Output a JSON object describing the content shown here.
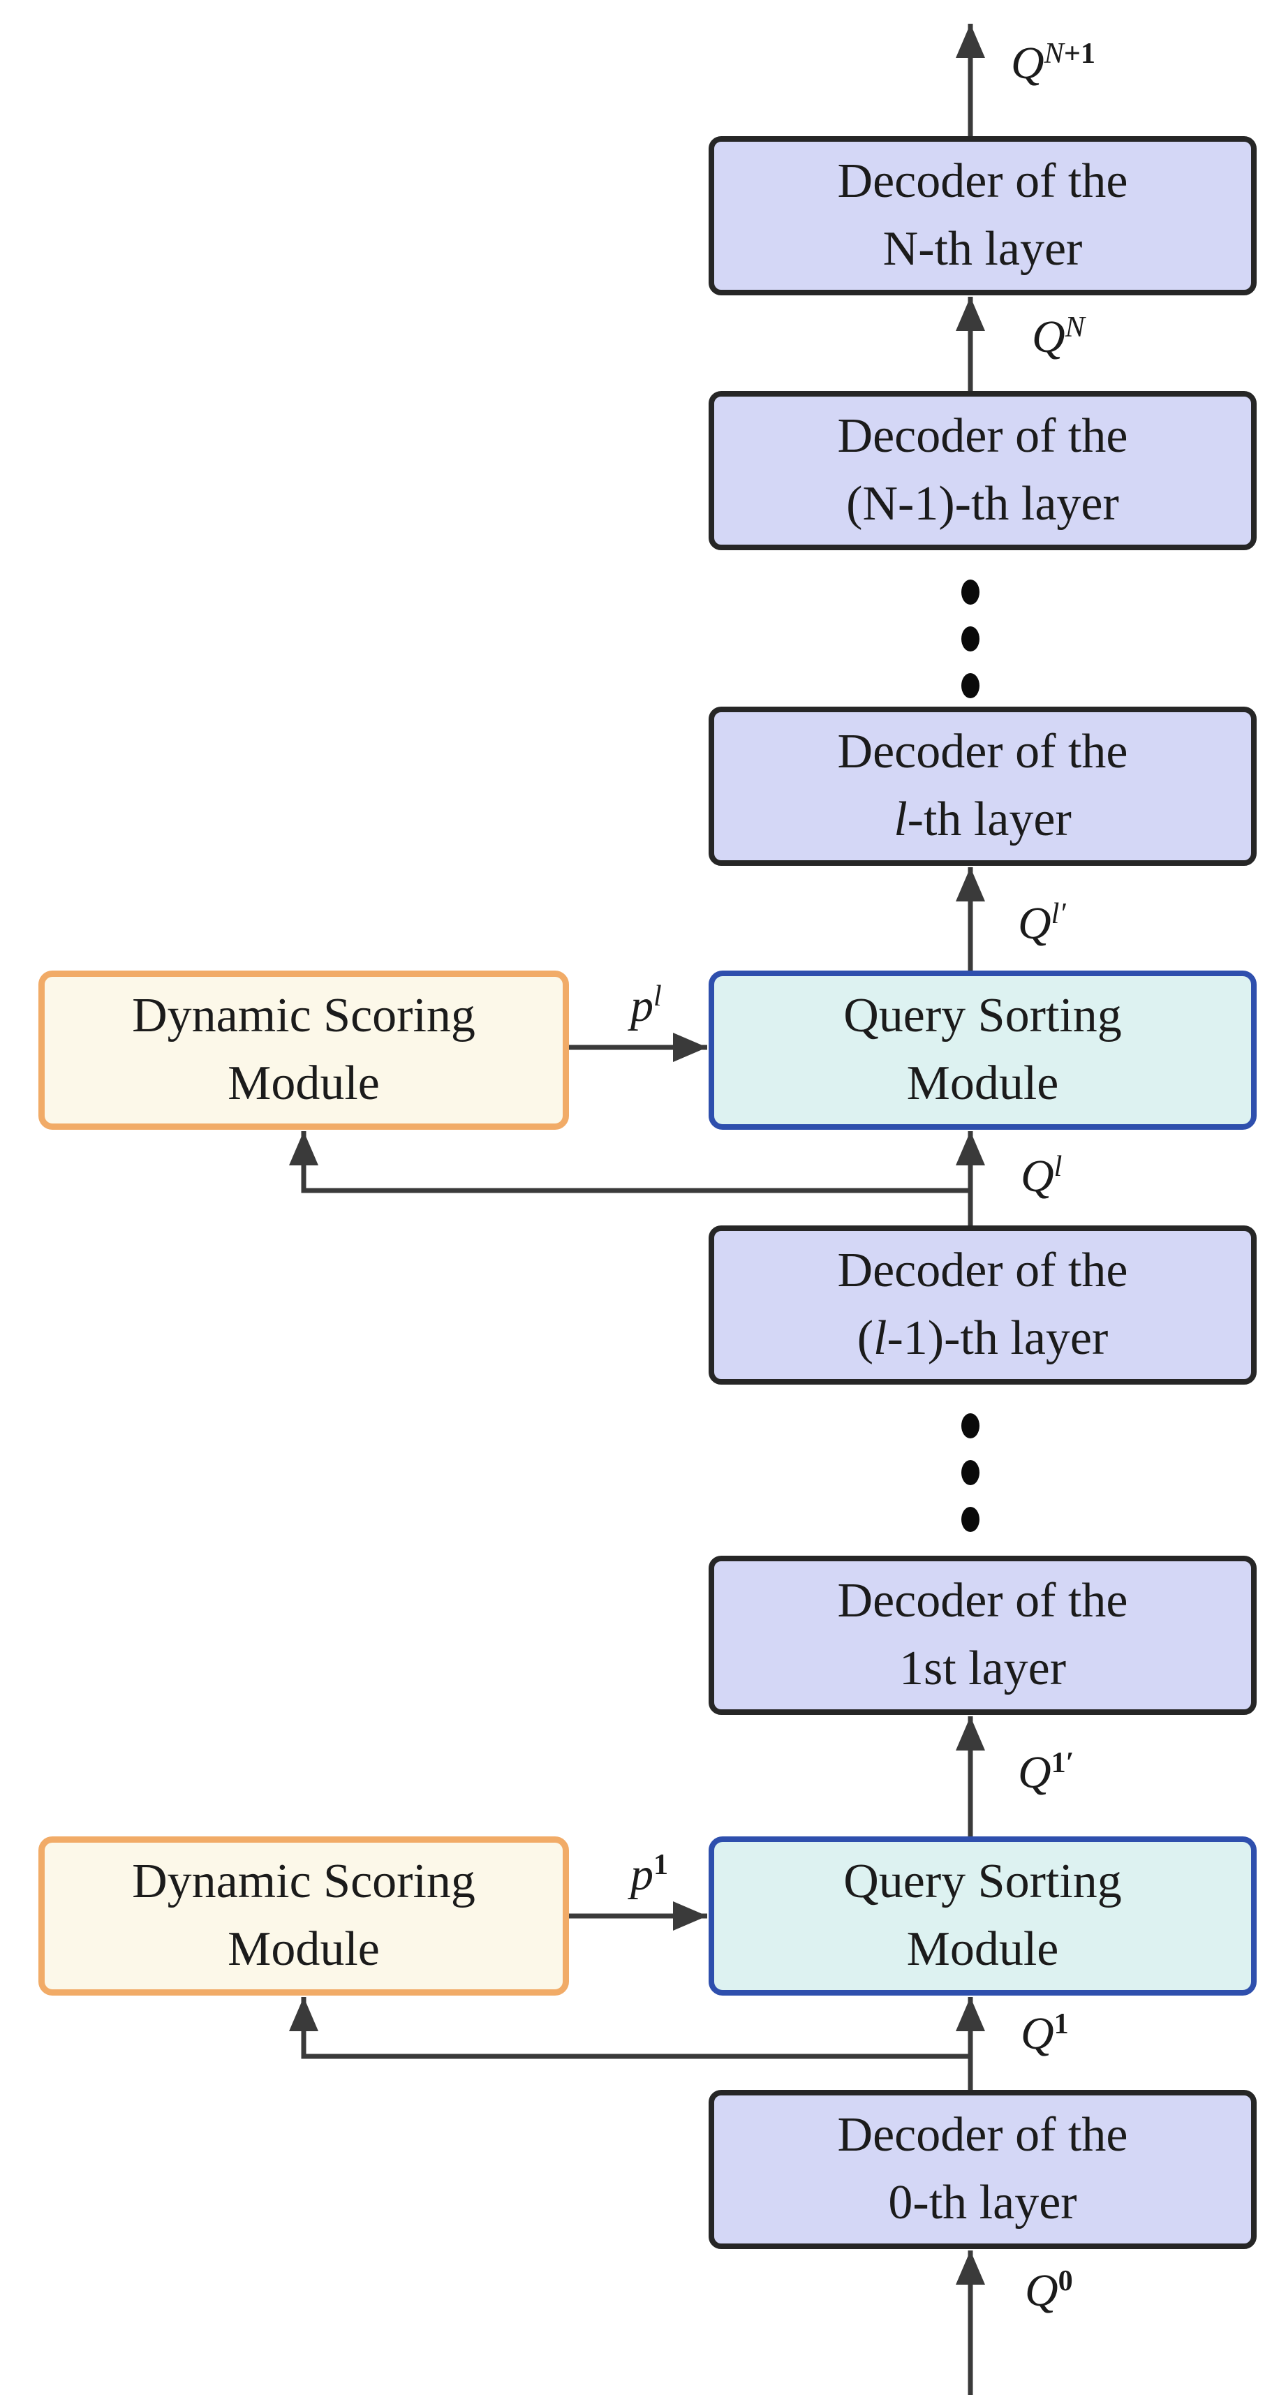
{
  "diagram": {
    "title": "Decoder stack with Dynamic Scoring and Query Sorting modules",
    "colors": {
      "background": "#ffffff",
      "decoder_fill": "#d4d7f6",
      "decoder_border": "#262626",
      "sorting_fill": "#ddf2f1",
      "sorting_border": "#2e4fad",
      "scoring_fill": "#fcf8e9",
      "scoring_border": "#f1ab67",
      "line": "#3a3a3a",
      "text": "#1b1b1b"
    },
    "boxes": {
      "decoder_n": {
        "line1": "Decoder of the",
        "line2": "N-th layer"
      },
      "decoder_n1": {
        "line1": "Decoder of the",
        "line2": "(N-1)-th layer"
      },
      "decoder_l": {
        "line1": "Decoder of the",
        "line2": "*l*-th layer"
      },
      "decoder_l1": {
        "line1": "Decoder of the",
        "line2": "(*l*-1)-th layer"
      },
      "decoder_1st": {
        "line1": "Decoder of the",
        "line2": "1st layer"
      },
      "decoder_0th": {
        "line1": "Decoder of the",
        "line2": "0-th layer"
      },
      "scoring_l": {
        "line1": "Dynamic Scoring",
        "line2": "Module"
      },
      "sorting_l": {
        "line1": "Query Sorting",
        "line2": "Module"
      },
      "scoring_1": {
        "line1": "Dynamic Scoring",
        "line2": "Module"
      },
      "sorting_1": {
        "line1": "Query Sorting",
        "line2": "Module"
      }
    },
    "math_labels": {
      "q_n_plus_1": {
        "base": "Q",
        "sup_italic": "N",
        "sup_bold": "+1"
      },
      "q_n": {
        "base": "Q",
        "sup_italic": "N",
        "sup_bold": ""
      },
      "q_l_prime": {
        "base": "Q",
        "sup_italic": "l′",
        "sup_bold": ""
      },
      "q_l": {
        "base": "Q",
        "sup_italic": "l",
        "sup_bold": ""
      },
      "p_l": {
        "base": "p",
        "sup_italic": "l",
        "sup_bold": ""
      },
      "q_1_prime": {
        "base": "Q",
        "sup_italic": "",
        "sup_bold": "1′"
      },
      "q_1": {
        "base": "Q",
        "sup_italic": "",
        "sup_bold": "1"
      },
      "p_1": {
        "base": "p",
        "sup_italic": "",
        "sup_bold": "1"
      },
      "q_0": {
        "base": "Q",
        "sup_italic": "",
        "sup_bold": "0"
      }
    }
  }
}
